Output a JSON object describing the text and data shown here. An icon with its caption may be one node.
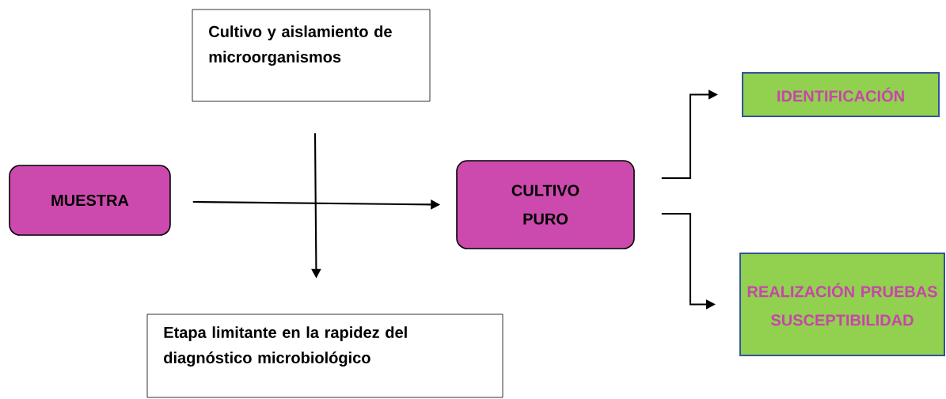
{
  "diagram": {
    "nodes": [
      {
        "text": [
          "Cultivo y aislamiento de microorganismos"
        ]
      },
      {
        "text": [
          "MUESTRA"
        ]
      },
      {
        "text": [
          "CULTIVO PURO"
        ]
      },
      {
        "text": [
          "IDENTIFICACIÓN"
        ]
      },
      {
        "text": [
          "REALIZACIÓN PRUEBAS SUSCEPTIBILIDAD"
        ]
      },
      {
        "text": [
          "Etapa limitante en la rapidez del diagnóstico microbiológico"
        ]
      }
    ],
    "edges": [
      {
        "from": 1,
        "to": 2,
        "arrow": "to"
      },
      {
        "from": 0,
        "to": 5,
        "arrow": "to"
      },
      {
        "from": 2,
        "to": 3,
        "arrow": "to"
      },
      {
        "from": 2,
        "to": 4,
        "arrow": "to"
      }
    ]
  }
}
